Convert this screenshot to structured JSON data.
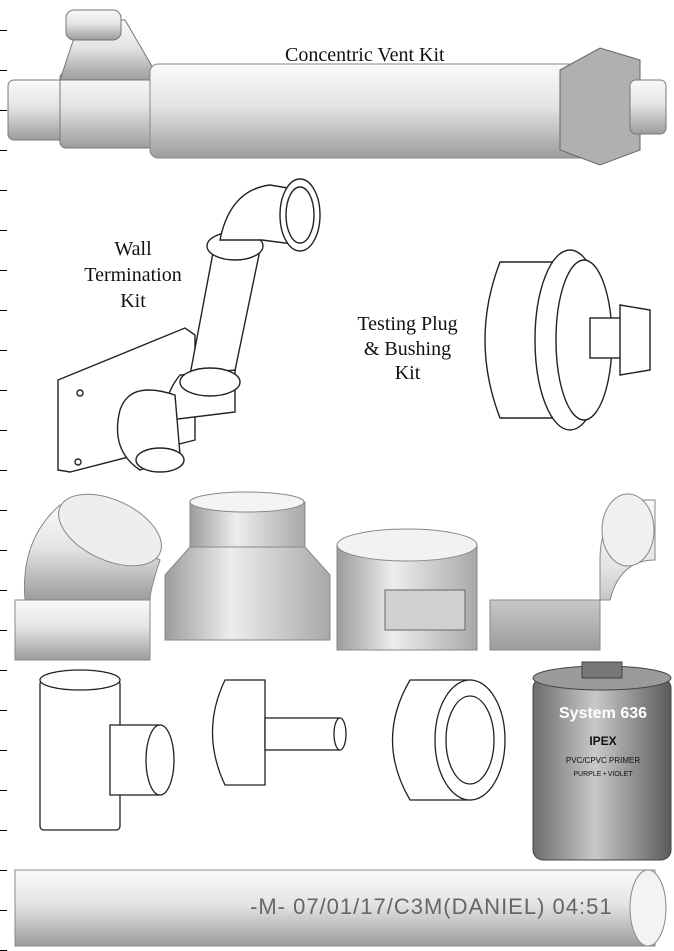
{
  "captions": {
    "concentric": "Concentric Vent Kit",
    "wall_line1": "Wall",
    "wall_line2": "Termination",
    "wall_line3": "Kit",
    "testing_line1": "Testing Plug",
    "testing_line2": "& Bushing",
    "testing_line3": "Kit"
  },
  "labels": {
    "system636_primary": "System 636",
    "ipex": "IPEX",
    "primer_line1": "PVC/CPVC PRIMER",
    "primer_line2": "PURPLE • VIOLET",
    "pipe_print": "-M- 07/01/17/C3M(DANIEL)   04:51"
  },
  "colors": {
    "pipe_light": "#e8e8e8",
    "pipe_mid": "#c8c8c8",
    "pipe_dark": "#9a9a9a",
    "outline": "#222222",
    "can_gray": "#8a8a8a"
  }
}
